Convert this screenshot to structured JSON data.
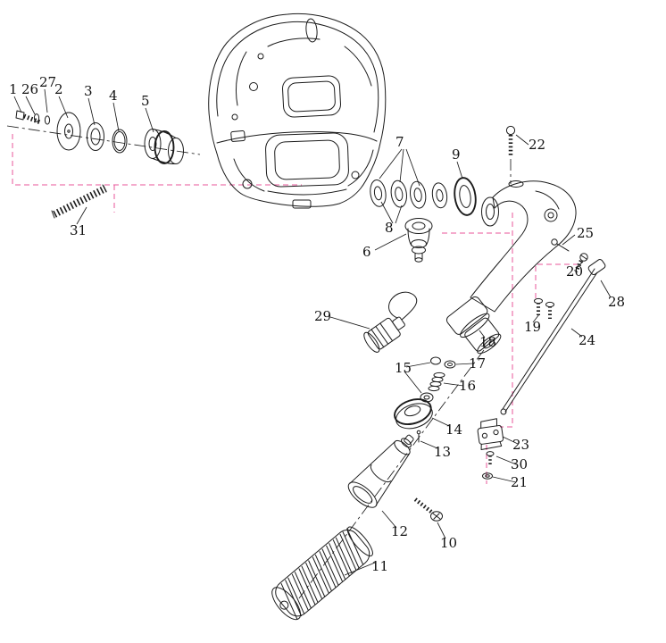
{
  "diagram": {
    "type": "exploded-parts-diagram",
    "subject": "outboard-motor-tiller-handle-assembly",
    "colors": {
      "line": "#1b1b1b",
      "accent": "#e8559a",
      "background": "#ffffff"
    },
    "labels": [
      {
        "text": "1"
      },
      {
        "text": "26"
      },
      {
        "text": "27"
      },
      {
        "text": "2"
      },
      {
        "text": "3"
      },
      {
        "text": "4"
      },
      {
        "text": "5"
      },
      {
        "text": "31"
      },
      {
        "text": "6"
      },
      {
        "text": "7"
      },
      {
        "text": "8"
      },
      {
        "text": "9"
      },
      {
        "text": "22"
      },
      {
        "text": "25"
      },
      {
        "text": "20"
      },
      {
        "text": "28"
      },
      {
        "text": "19"
      },
      {
        "text": "24"
      },
      {
        "text": "18"
      },
      {
        "text": "29"
      },
      {
        "text": "15"
      },
      {
        "text": "17"
      },
      {
        "text": "16"
      },
      {
        "text": "14"
      },
      {
        "text": "13"
      },
      {
        "text": "23"
      },
      {
        "text": "30"
      },
      {
        "text": "21"
      },
      {
        "text": "12"
      },
      {
        "text": "10"
      },
      {
        "text": "11"
      }
    ]
  }
}
